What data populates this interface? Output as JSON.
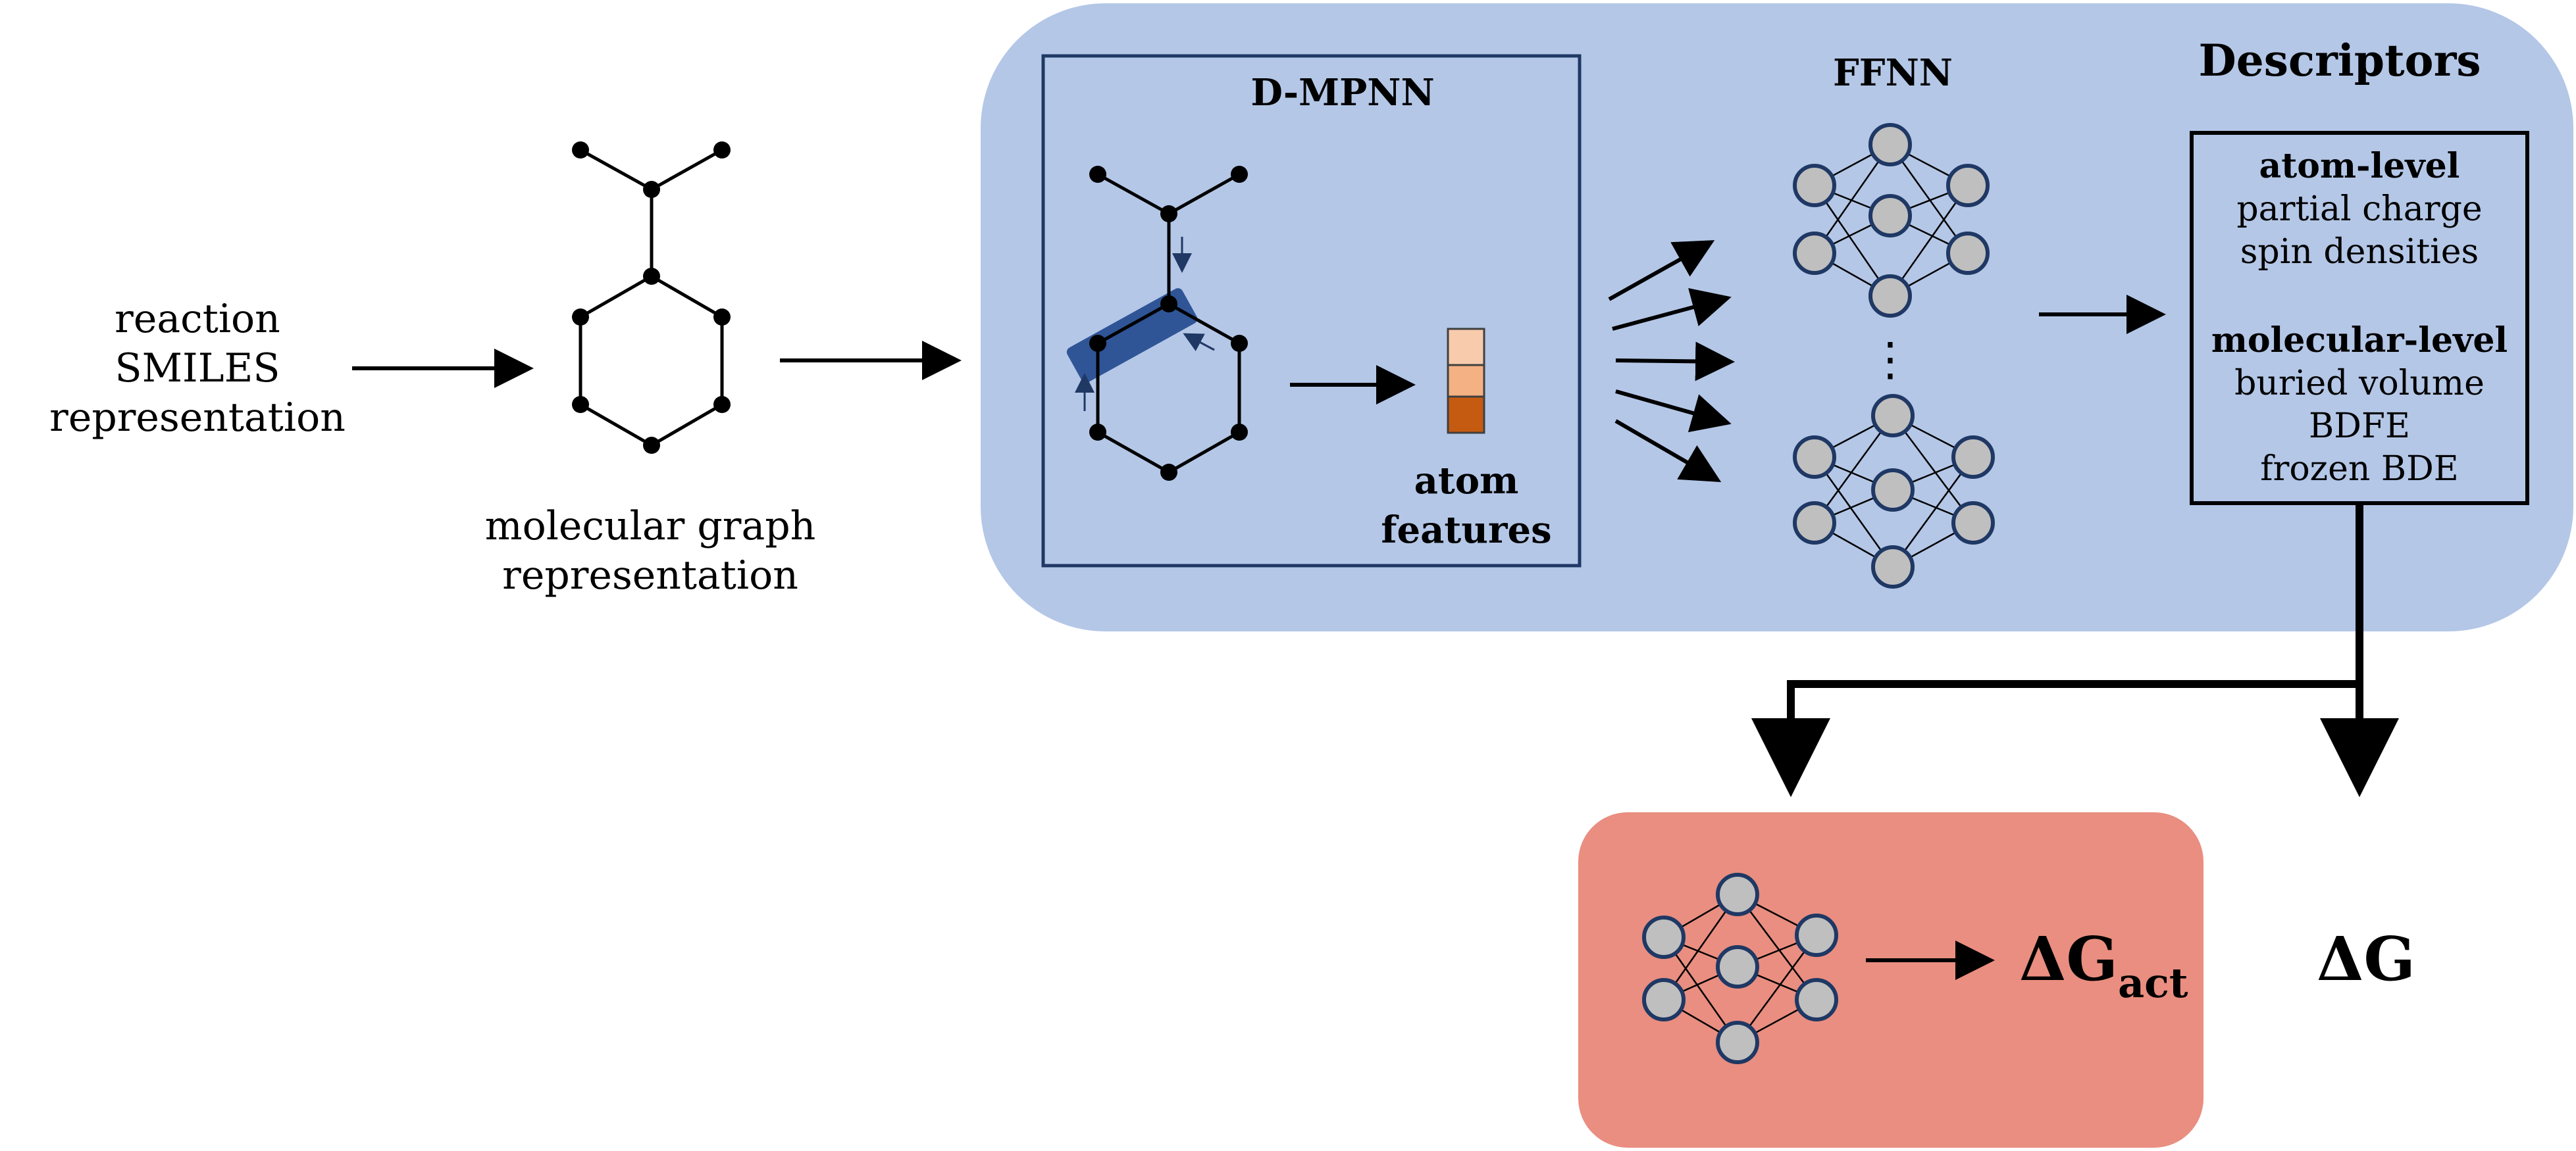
{
  "input": {
    "line1": "reaction",
    "line2": "SMILES",
    "line3": "representation"
  },
  "molgraph": {
    "line1": "molecular graph",
    "line2": "representation"
  },
  "dmpnn": {
    "title": "D-MPNN",
    "features_line1": "atom",
    "features_line2": "features"
  },
  "ffnn": {
    "title": "FFNN",
    "ellipsis": "⋮"
  },
  "descriptors": {
    "title": "Descriptors",
    "atom_header": "atom-level",
    "atom_items": [
      "partial charge",
      "spin densities"
    ],
    "mol_header": "molecular-level",
    "mol_items": [
      "buried volume",
      "BDFE",
      "frozen BDE"
    ]
  },
  "outputs": {
    "dg_act_main": "ΔG",
    "dg_act_sub": "act",
    "dg": "ΔG"
  },
  "colors": {
    "blue_panel": "#b4c7e7",
    "blue_border": "#1f3864",
    "blue_highlight": "#2f5597",
    "red_panel": "#e98e80",
    "node_fill": "#bfbfbf",
    "feature_1": "#f8cbad",
    "feature_2": "#f4b183",
    "feature_3": "#c55a11"
  }
}
